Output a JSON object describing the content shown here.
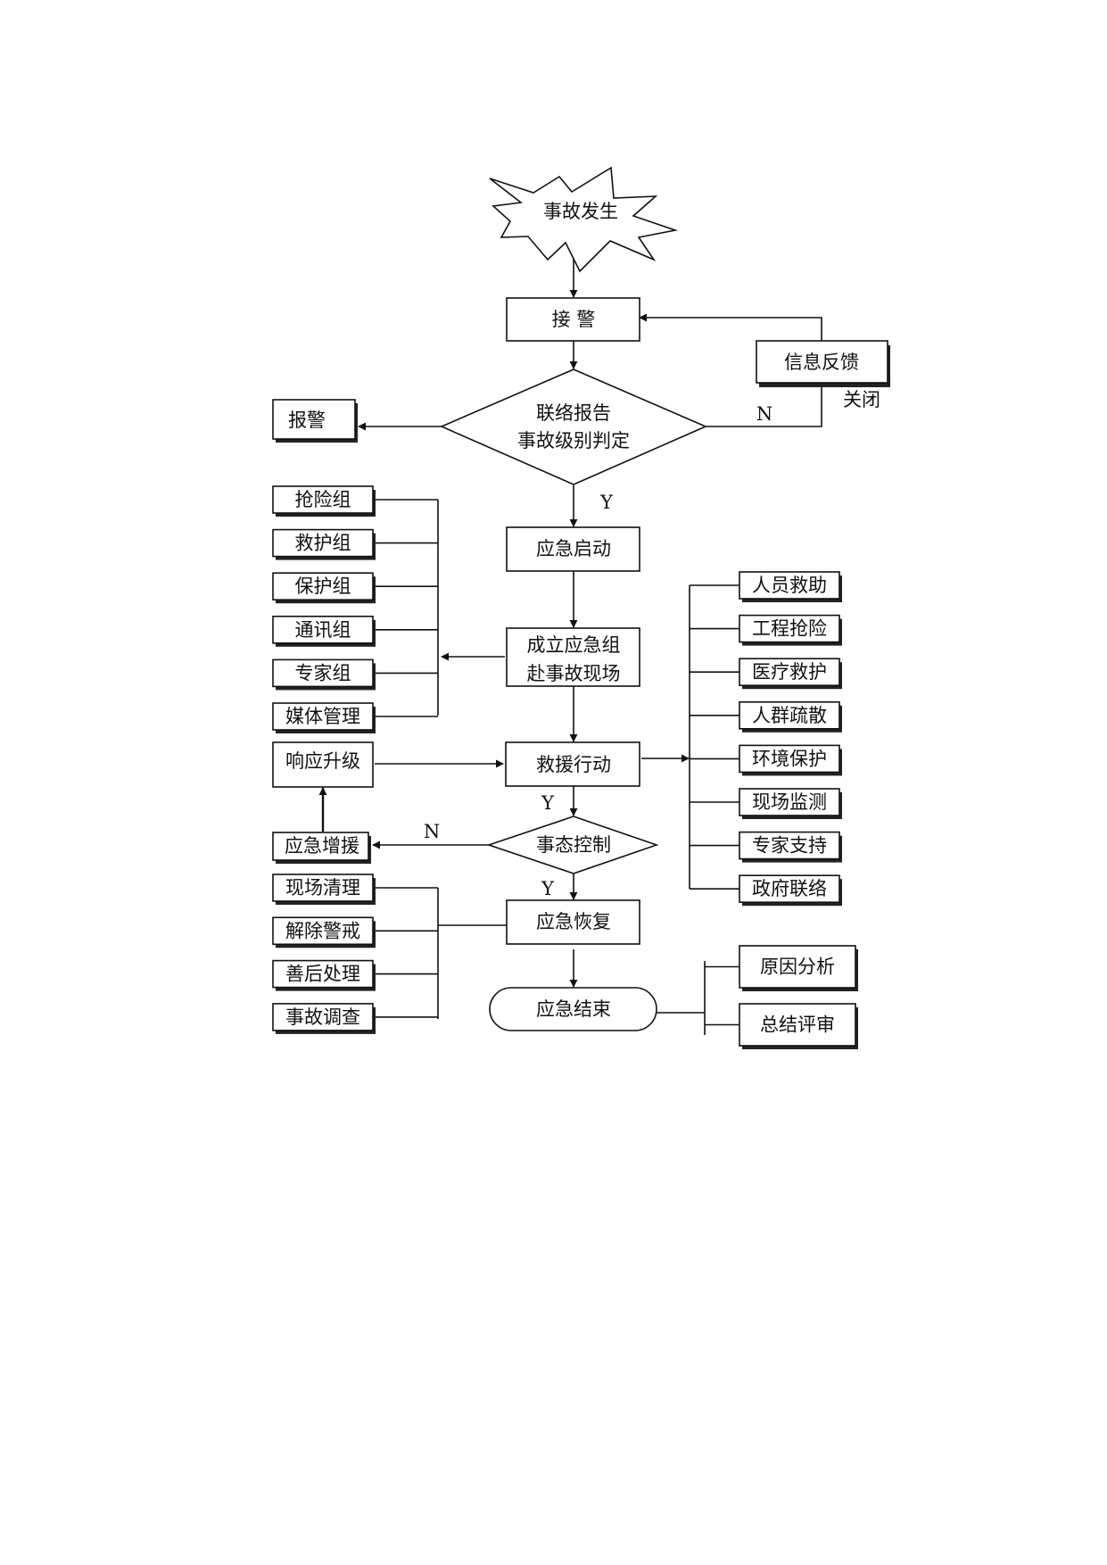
{
  "start": "事故发生",
  "receive": "接 警",
  "feedback": "信息反馈",
  "close": "关闭",
  "alarm": "报警",
  "judge": {
    "line1": "联络报告",
    "line2": "事故级别判定"
  },
  "yes": "Y",
  "no": "N",
  "activate": "应急启动",
  "setup": {
    "line1": "成立应急组",
    "line2": "赴事故现场"
  },
  "rescue": "救援行动",
  "control": "事态控制",
  "recovery": "应急恢复",
  "end": "应急结束",
  "escalate": "响应升级",
  "reinforce": "应急增援",
  "groups": [
    "抢险组",
    "救护组",
    "保护组",
    "通讯组",
    "专家组",
    "媒体管理"
  ],
  "actions": [
    "人员救助",
    "工程抢险",
    "医疗救护",
    "人群疏散",
    "环境保护",
    "现场监测",
    "专家支持",
    "政府联络"
  ],
  "recovery_tasks": [
    "现场清理",
    "解除警戒",
    "善后处理",
    "事故调查"
  ],
  "review": [
    "原因分析",
    "总结评审"
  ]
}
